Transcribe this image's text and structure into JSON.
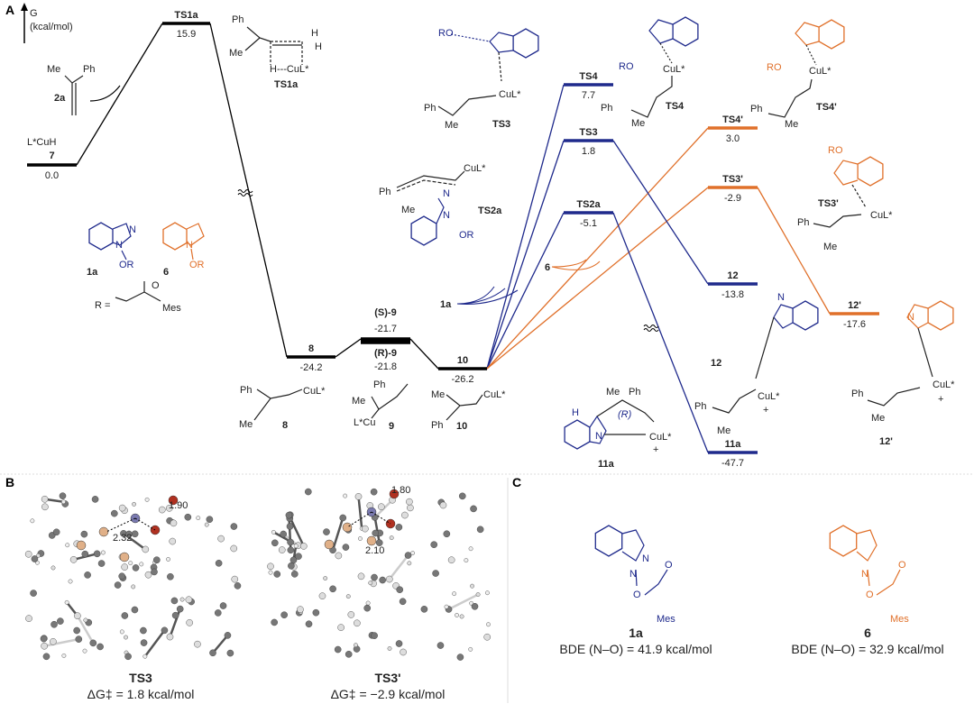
{
  "panels": {
    "a": "A",
    "b": "B",
    "c": "C"
  },
  "axis": {
    "symbol": "G",
    "unit": "(kcal/mol)"
  },
  "colors": {
    "black": "#000000",
    "indazole": "#1f2a8c",
    "indole": "#e0702a"
  },
  "levels": [
    {
      "id": "7",
      "name": "7",
      "energy": "0.0",
      "group": "black",
      "extra": "L*CuH"
    },
    {
      "id": "TS1a",
      "name": "TS1a",
      "energy": "15.9",
      "group": "black"
    },
    {
      "id": "8",
      "name": "8",
      "energy": "-24.2",
      "group": "black"
    },
    {
      "id": "S9",
      "name": "(S)-9",
      "energy": "-21.7",
      "group": "black"
    },
    {
      "id": "R9",
      "name": "(R)-9",
      "energy": "-21.8",
      "group": "black"
    },
    {
      "id": "10",
      "name": "10",
      "energy": "-26.2",
      "group": "black"
    },
    {
      "id": "TS4",
      "name": "TS4",
      "energy": "7.7",
      "group": "indazole"
    },
    {
      "id": "TS3",
      "name": "TS3",
      "energy": "1.8",
      "group": "indazole"
    },
    {
      "id": "TS2a",
      "name": "TS2a",
      "energy": "-5.1",
      "group": "indazole"
    },
    {
      "id": "TS4p",
      "name": "TS4'",
      "energy": "3.0",
      "group": "indole"
    },
    {
      "id": "TS3p",
      "name": "TS3'",
      "energy": "-2.9",
      "group": "indole"
    },
    {
      "id": "12",
      "name": "12",
      "energy": "-13.8",
      "group": "indazole"
    },
    {
      "id": "12p",
      "name": "12'",
      "energy": "-17.6",
      "group": "indole"
    },
    {
      "id": "11a",
      "name": "11a",
      "energy": "-47.7",
      "group": "indazole"
    }
  ],
  "atoms": {
    "ph": "Ph",
    "me": "Me",
    "cul": "CuL*",
    "lcu": "L*Cu",
    "ro": "RO",
    "or": "OR",
    "n": "N",
    "h": "H",
    "o": "O",
    "mes": "Mes",
    "plus": "+",
    "r": "(R)",
    "hcu": "H---CuL*",
    "rdef": "R ="
  },
  "compounds": {
    "c2a": "2a",
    "c1a": "1a",
    "c6": "6",
    "c8": "8",
    "c9": "9",
    "c10": "10",
    "c11a": "11a",
    "c12": "12",
    "c12p": "12'",
    "ts1a": "TS1a",
    "ts2a": "TS2a",
    "ts3": "TS3",
    "ts4": "TS4",
    "ts3p": "TS3'",
    "ts4p": "TS4'"
  },
  "panel_b": {
    "ts3": {
      "label": "TS3",
      "dg": "ΔG‡ = 1.8 kcal/mol",
      "d1": "1.90",
      "d2": "2.32"
    },
    "ts3p": {
      "label": "TS3'",
      "dg": "ΔG‡ = −2.9 kcal/mol",
      "d1": "1.80",
      "d2": "2.10"
    }
  },
  "panel_c": {
    "c1a": {
      "label": "1a",
      "bde": "BDE (N–O) = 41.9 kcal/mol"
    },
    "c6": {
      "label": "6",
      "bde": "BDE (N–O) = 32.9 kcal/mol"
    }
  }
}
